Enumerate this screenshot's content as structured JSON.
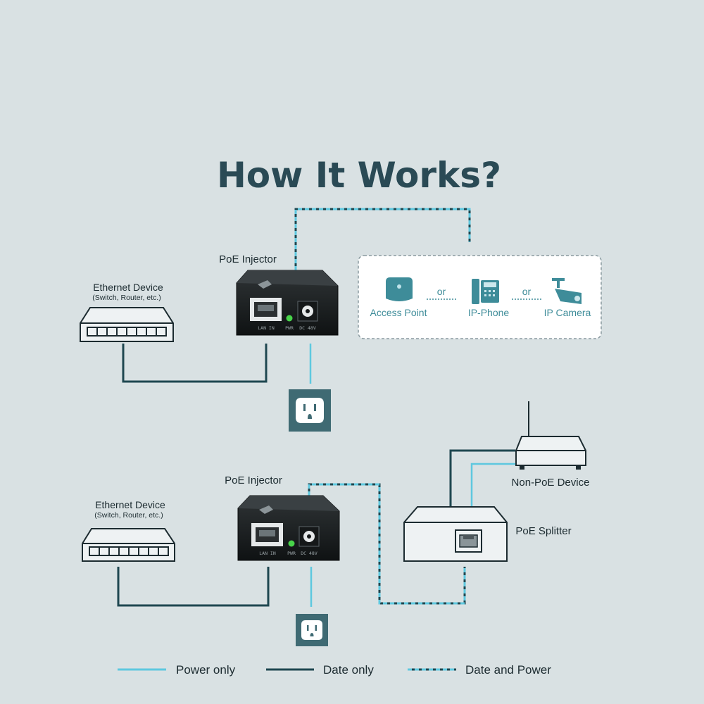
{
  "title": "How It Works?",
  "colors": {
    "background": "#d9e1e3",
    "title": "#2a4a55",
    "power_line": "#5ec8df",
    "data_line": "#1e4750",
    "device_teal": "#3e8c99",
    "outlet_tile": "#3f6a73"
  },
  "top": {
    "injector_label": "PoE Injector",
    "ethernet_label": "Ethernet Device",
    "ethernet_sublabel": "(Switch, Router, etc.)",
    "injector_port_labels": [
      "LAN IN",
      "PWR",
      "DC 48V"
    ],
    "devices": [
      {
        "label": "Access Point",
        "icon": "access-point-icon"
      },
      {
        "label": "IP-Phone",
        "icon": "ip-phone-icon"
      },
      {
        "label": "IP Camera",
        "icon": "ip-camera-icon"
      }
    ],
    "or_text": "or"
  },
  "bottom": {
    "injector_label": "PoE Injector",
    "ethernet_label": "Ethernet Device",
    "ethernet_sublabel": "(Switch, Router, etc.)",
    "injector_port_labels": [
      "LAN IN",
      "PWR",
      "DC 48V"
    ],
    "non_poe_label": "Non-PoE Device",
    "splitter_label": "PoE Splitter"
  },
  "legend": [
    {
      "label": "Power only",
      "style": "power"
    },
    {
      "label": "Date only",
      "style": "data"
    },
    {
      "label": "Date and Power",
      "style": "both"
    }
  ]
}
